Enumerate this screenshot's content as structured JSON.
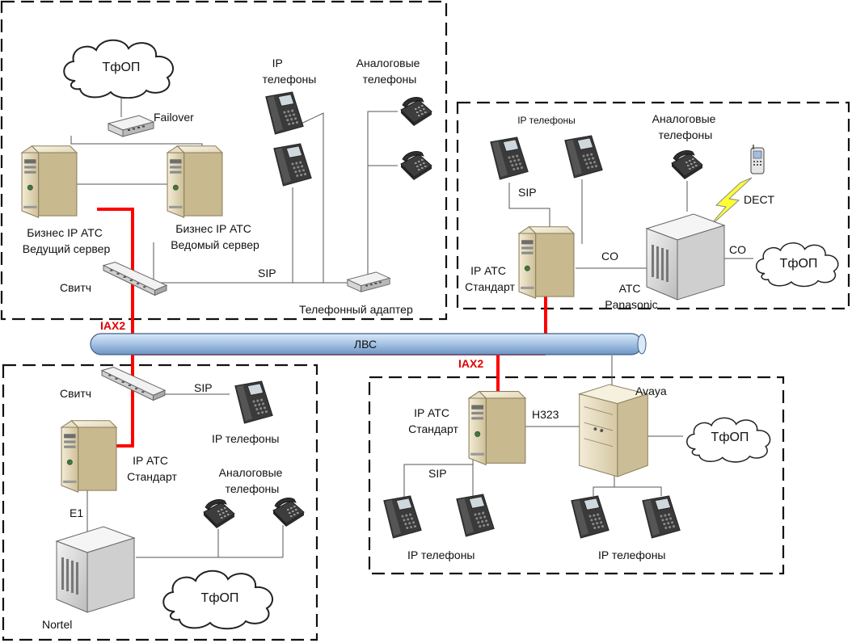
{
  "labels": {
    "pstn": "ТфОП",
    "failover": "Failover",
    "ip_phones_title": "IP\nтелефоны",
    "analog_title": "Аналоговые\nтелефоны",
    "biz_master": "Бизнес IP АТС\nВедущий сервер",
    "biz_slave": "Бизнес IP АТС\nВедомый сервер",
    "switch": "Свитч",
    "sip": "SIP",
    "phone_adapter": "Телефонный адаптер",
    "iax2": "IAX2",
    "lan": "ЛВС",
    "ip_phones": "IP телефоны",
    "ip_pbx_std_l": "IP АТС\nСтандарт",
    "ip_pbx_std": "IP АТС\nСтандарт",
    "analog_phones": "Аналоговые\nтелефоны",
    "e1": "E1",
    "nortel": "Nortel",
    "co": "CO",
    "ats_panasonic": "АТС\nPanasonic",
    "dect": "DECT",
    "h323": "H323",
    "avaya": "Avaya"
  }
}
